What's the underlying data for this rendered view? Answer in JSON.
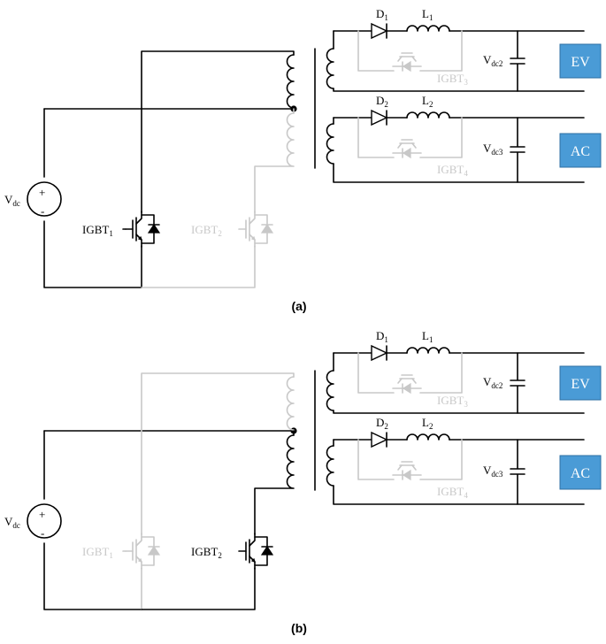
{
  "panels": [
    {
      "caption": "(a)",
      "source_label": "V",
      "source_sub": "dc",
      "plus": "+",
      "minus": "-",
      "igbt1_label": "IGBT",
      "igbt1_sub": "1",
      "igbt2_label": "IGBT",
      "igbt2_sub": "2",
      "d1": "D",
      "d1_sub": "1",
      "l1": "L",
      "l1_sub": "1",
      "d2": "D",
      "d2_sub": "2",
      "l2": "L",
      "l2_sub": "2",
      "igbt3": "IGBT",
      "igbt3_sub": "3",
      "igbt4": "IGBT",
      "igbt4_sub": "4",
      "vdc2": "V",
      "vdc2_sub": "dc2",
      "vdc3": "V",
      "vdc3_sub": "dc3",
      "load1": "EV",
      "load2": "AC",
      "active_switch": "IGBT1"
    },
    {
      "caption": "(b)",
      "source_label": "V",
      "source_sub": "dc",
      "plus": "+",
      "minus": "-",
      "igbt1_label": "IGBT",
      "igbt1_sub": "1",
      "igbt2_label": "IGBT",
      "igbt2_sub": "2",
      "d1": "D",
      "d1_sub": "1",
      "l1": "L",
      "l1_sub": "1",
      "d2": "D",
      "d2_sub": "2",
      "l2": "L",
      "l2_sub": "2",
      "igbt3": "IGBT",
      "igbt3_sub": "3",
      "igbt4": "IGBT",
      "igbt4_sub": "4",
      "vdc2": "V",
      "vdc2_sub": "dc2",
      "vdc3": "V",
      "vdc3_sub": "dc3",
      "load1": "EV",
      "load2": "AC",
      "active_switch": "IGBT2"
    }
  ],
  "colors": {
    "active": "#000000",
    "inactive": "#c8c8c8",
    "load_box": "#4a9bd6",
    "load_text": "#ffffff"
  }
}
